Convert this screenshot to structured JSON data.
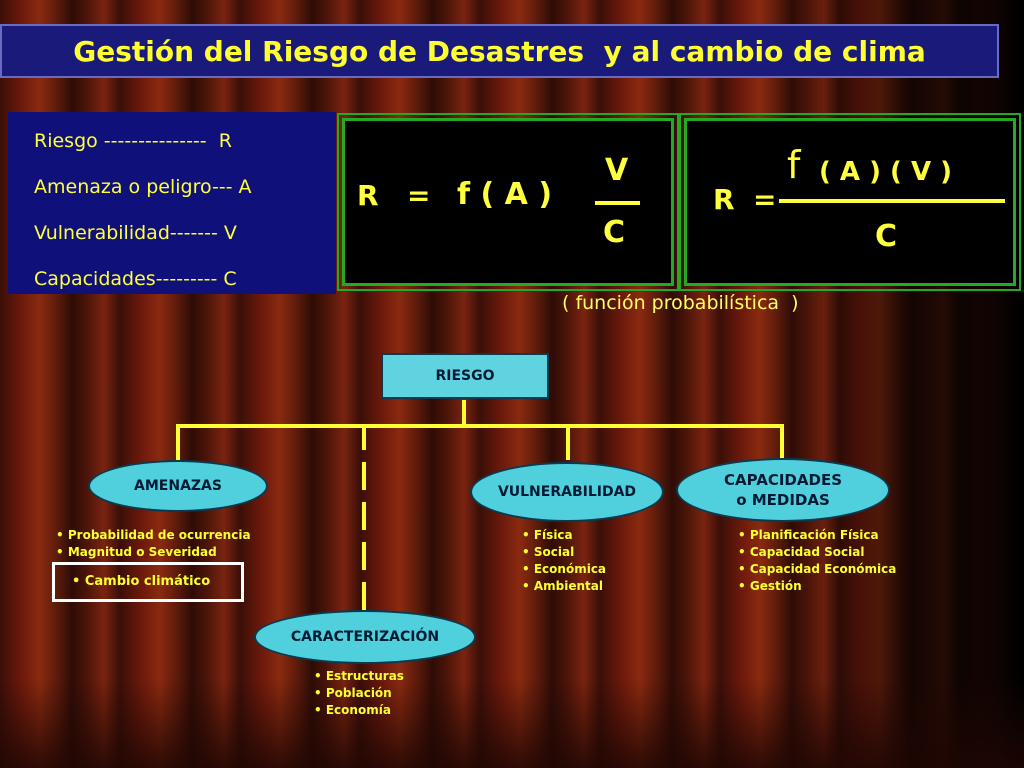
{
  "title": "Gestión del Riesgo de Desastres  y al cambio de clima",
  "legend": [
    "Riesgo ---------------  R",
    "Amenaza o peligro--- A",
    "Vulnerabilidad------- V",
    "Capacidades--------- C"
  ],
  "formula1": {
    "lhs": "R",
    "eq": "=",
    "func": "f ( A )",
    "num": "V",
    "den": "C"
  },
  "formula2": {
    "lhs": "R",
    "eq": "=",
    "f": "f",
    "num": "( A ) ( V )",
    "den": "C"
  },
  "note": "( función probabilística  )",
  "diagram": {
    "root": "RIESGO",
    "amenazas": {
      "label": "AMENAZAS",
      "items": [
        "Probabilidad de ocurrencia",
        "Magnitud   o  Severidad"
      ],
      "highlight": "Cambio climático"
    },
    "vulnerabilidad": {
      "label": "VULNERABILIDAD",
      "items": [
        "Física",
        "Social",
        "Económica",
        "Ambiental"
      ]
    },
    "capacidades": {
      "label_line1": "CAPACIDADES",
      "label_line2": "o  MEDIDAS",
      "items": [
        "Planificación Física",
        "Capacidad Social",
        "Capacidad Económica",
        "Gestión"
      ]
    },
    "caracterizacion": {
      "label": "CARACTERIZACIÓN",
      "items": [
        "Estructuras",
        "Población",
        "Economía"
      ]
    }
  },
  "colors": {
    "title_bg": "#1a1a7a",
    "text_yellow": "#ffff40",
    "frame_green": "#22aa22",
    "node_cyan": "#4fd0dc"
  }
}
